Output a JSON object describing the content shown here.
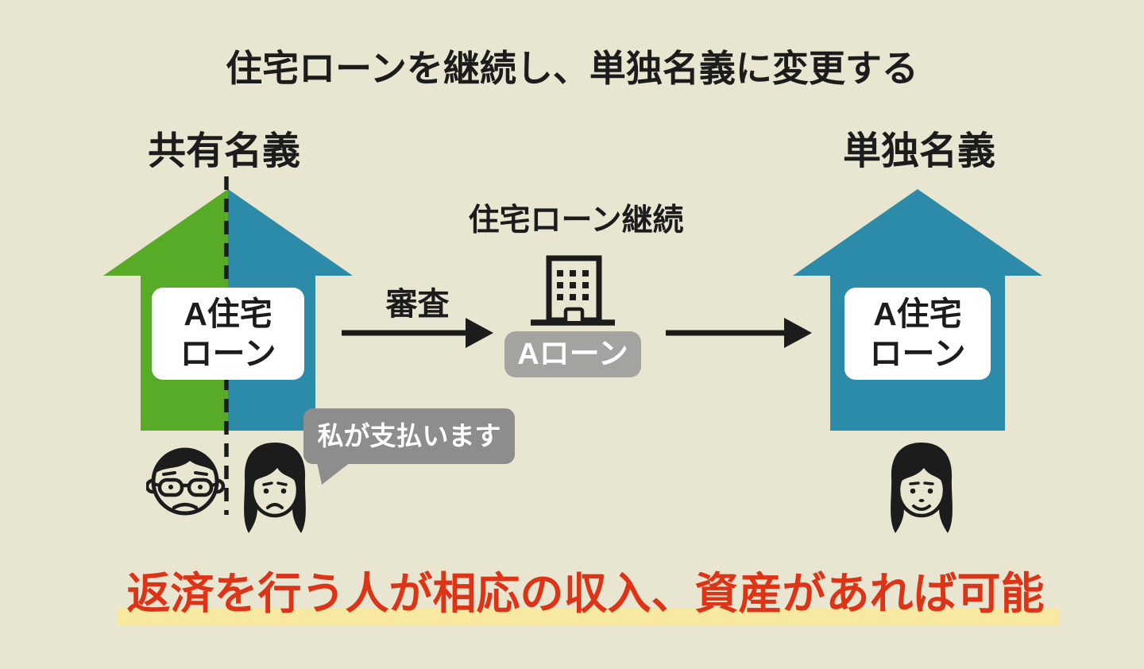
{
  "title": "住宅ローンを継続し、単独名義に変更する",
  "left": {
    "heading": "共有名義",
    "label_line1": "A住宅",
    "label_line2": "ローン"
  },
  "center": {
    "heading": "住宅ローン継続",
    "screening_label": "審査",
    "bank_label": "Aローン",
    "speech_bubble": "私が支払います"
  },
  "right": {
    "heading": "単独名義",
    "label_line1": "A住宅",
    "label_line2": "ローン"
  },
  "footer": {
    "message": "返済を行う人が相応の収入、資産があれば可能"
  },
  "colors": {
    "background": "#e8e5d1",
    "ink": "#1c1c1c",
    "green": "#58ab27",
    "teal": "#2b8ba8",
    "bubble_gray": "#8d8d8d",
    "badge_gray": "#a3a3a0",
    "red_text": "#dd3418",
    "highlight_yellow": "#f8e9a1",
    "label_box": "#ffffff"
  },
  "icons": {
    "joint_house": "two-tone-house-arrow",
    "single_house": "teal-house-arrow",
    "divider": "dashed-split-line",
    "man_sad": "man-glasses-sad-face",
    "woman_sad": "woman-long-hair-sad-face",
    "woman_happy": "woman-long-hair-smiling-face",
    "bank": "bank-building",
    "arrow": "right-arrow"
  }
}
